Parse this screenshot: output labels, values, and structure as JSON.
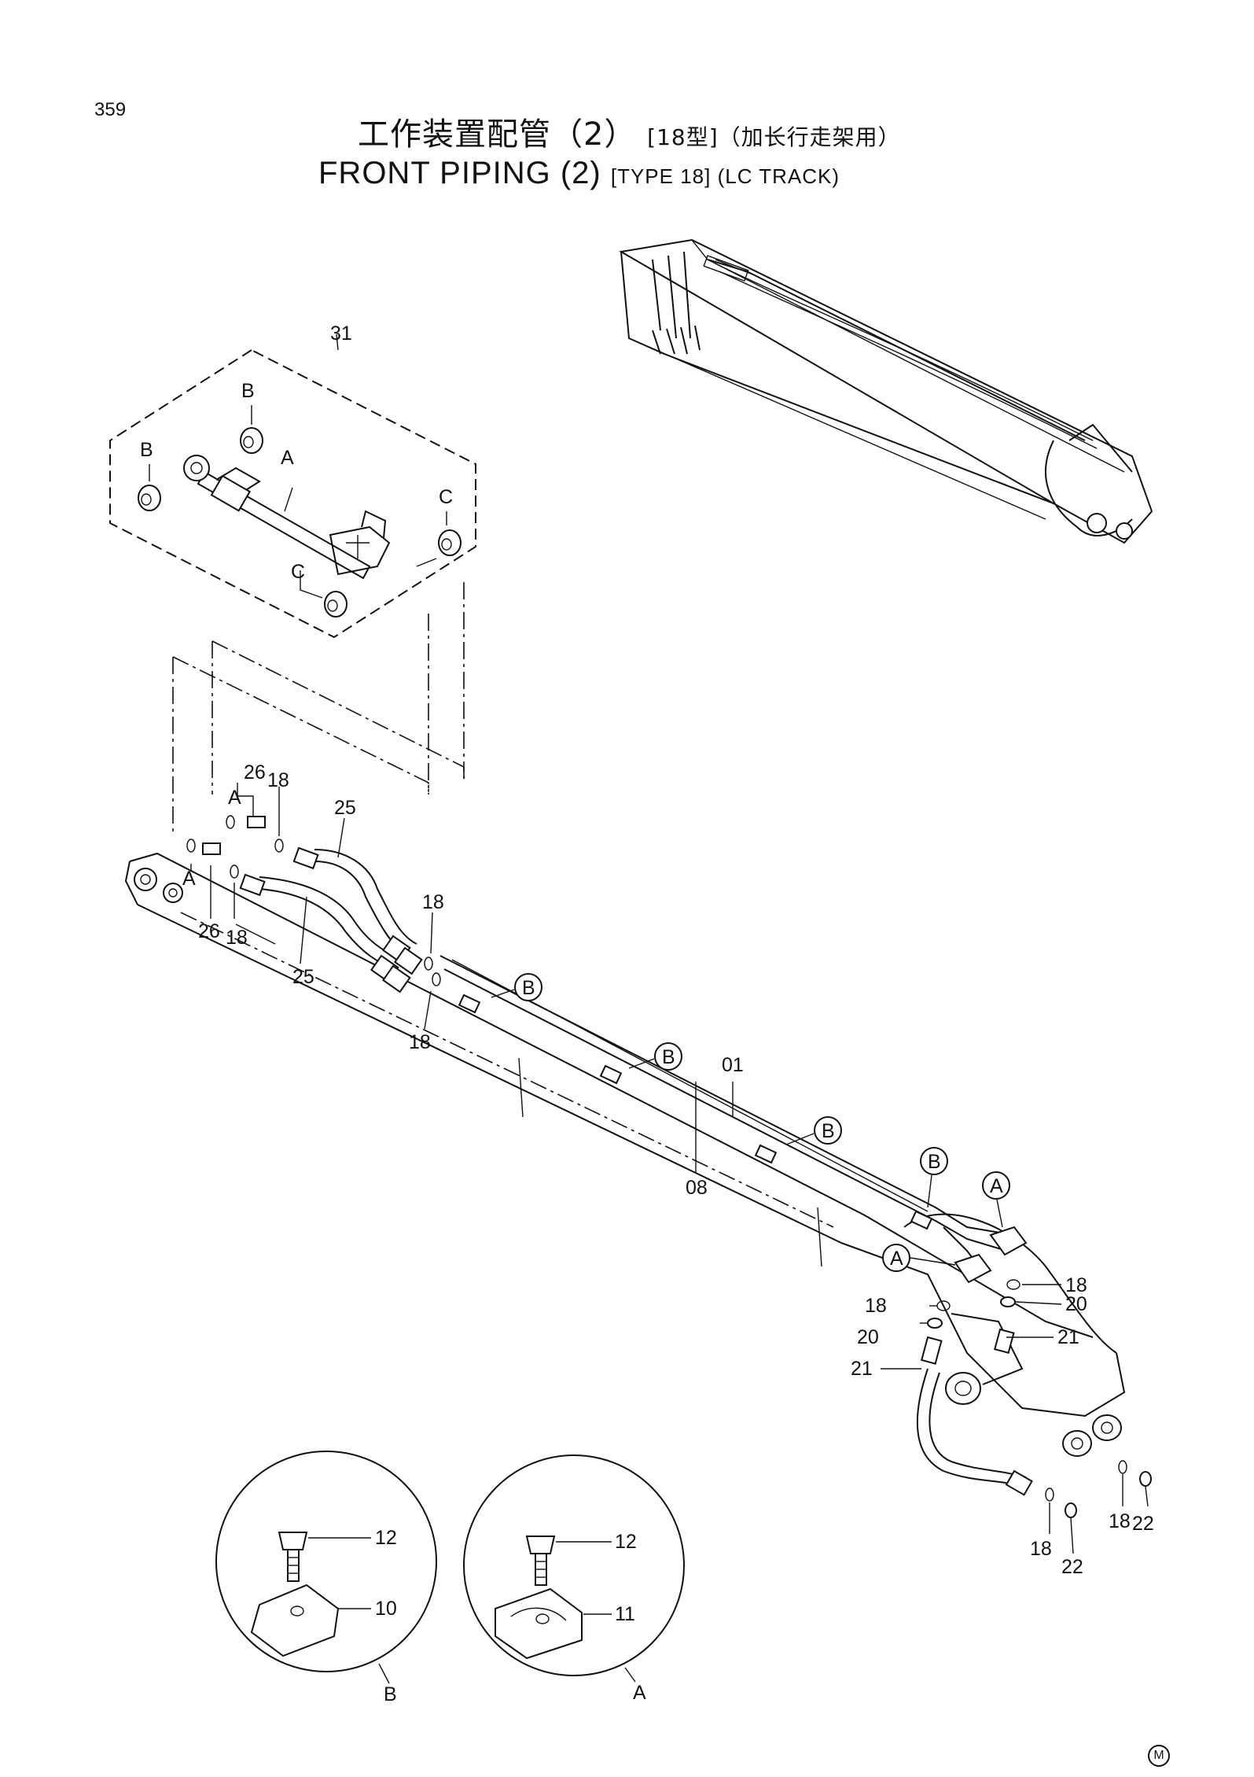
{
  "page_number": "359",
  "title": {
    "cn_main": "工作装置配管（2）",
    "cn_sub": "[18型]（加长行走架用）",
    "en_main": "FRONT  PIPING  (2)",
    "en_sub": "[TYPE 18]  (LC  TRACK)"
  },
  "callouts": {
    "p31": "31",
    "p26": "26",
    "p18": "18",
    "p25": "25",
    "p01": "01",
    "p08": "08",
    "p20": "20",
    "p21": "21",
    "p22": "22",
    "p12": "12",
    "p10": "10",
    "p11": "11",
    "A": "A",
    "B": "B",
    "C": "C"
  },
  "corner_mark": "M"
}
